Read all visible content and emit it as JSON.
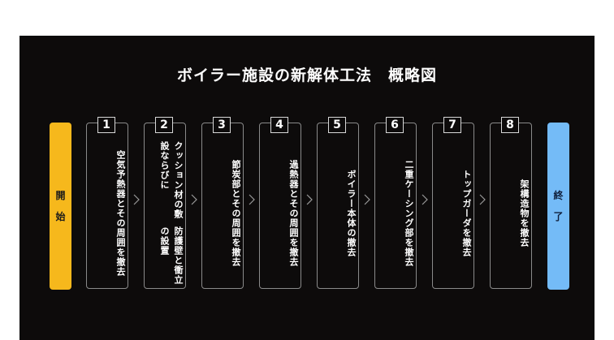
{
  "title": "ボイラー施設の新解体工法　概略図",
  "start_label": [
    "開",
    "始"
  ],
  "end_label": [
    "終",
    "了"
  ],
  "steps": [
    {
      "num": "1",
      "lines": [
        "空気予熱器とその周囲を撤去"
      ]
    },
    {
      "num": "2",
      "lines": [
        "クッション材の敷設ならびに",
        "防護壁と衝立の設置"
      ]
    },
    {
      "num": "3",
      "lines": [
        "節炭部とその周囲を撤去"
      ]
    },
    {
      "num": "4",
      "lines": [
        "過熱器とその周囲を撤去"
      ]
    },
    {
      "num": "5",
      "lines": [
        "ボイラー本体の撤去"
      ]
    },
    {
      "num": "6",
      "lines": [
        "二重ケーシング部を撤去"
      ]
    },
    {
      "num": "7",
      "lines": [
        "トップガーダを撤去"
      ]
    },
    {
      "num": "8",
      "lines": [
        "架構造物を撤去"
      ]
    }
  ],
  "colors": {
    "start": "#f6b81c",
    "end": "#74bbf7",
    "background": "#0d0b0b"
  },
  "arrow_icon": "chevron-right-icon"
}
